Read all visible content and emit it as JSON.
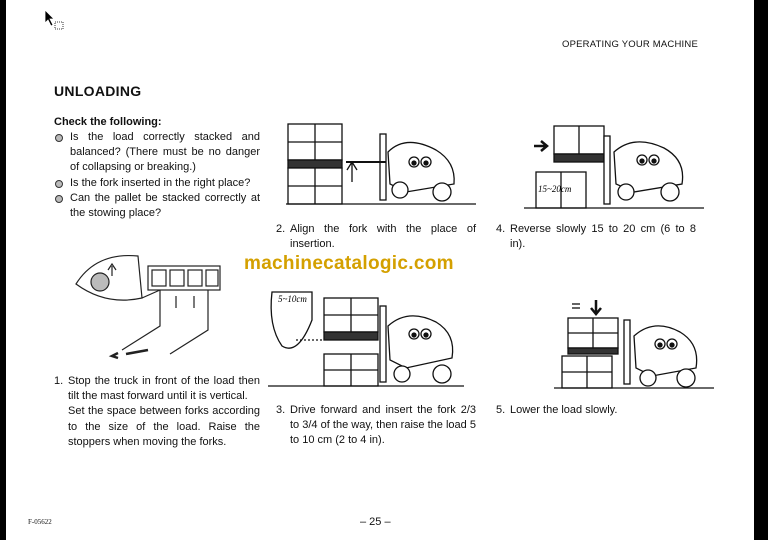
{
  "header": {
    "section": "OPERATING YOUR MACHINE"
  },
  "title": "UNLOADING",
  "check": {
    "heading": "Check the following:",
    "items": [
      "Is the load correctly stacked and balanced? (There must be no danger of collapsing or breaking.)",
      "Is the fork inserted in the right place?",
      "Can the pallet be stacked correctly at the stowing place?"
    ]
  },
  "steps": [
    {
      "num": "1.",
      "text": "Stop the truck in front of the load then tilt the mast forward until it is vertical.\nSet the space between forks according to the size of the load. Raise the stoppers when moving the forks."
    },
    {
      "num": "2.",
      "text": "Align the fork with the place of insertion."
    },
    {
      "num": "3.",
      "text": "Drive forward and insert the fork 2/3 to 3/4 of the way, then raise the load 5 to 10 cm (2 to 4 in)."
    },
    {
      "num": "4.",
      "text": "Reverse slowly 15 to 20 cm (6 to 8 in)."
    },
    {
      "num": "5.",
      "text": "Lower the load slowly."
    }
  ],
  "figures": {
    "fig3_callout": "5~10cm",
    "fig4_callout": "15~20cm"
  },
  "watermark": "machinecatalogic.com",
  "footer": {
    "code": "F-05622",
    "page": "– 25 –"
  }
}
